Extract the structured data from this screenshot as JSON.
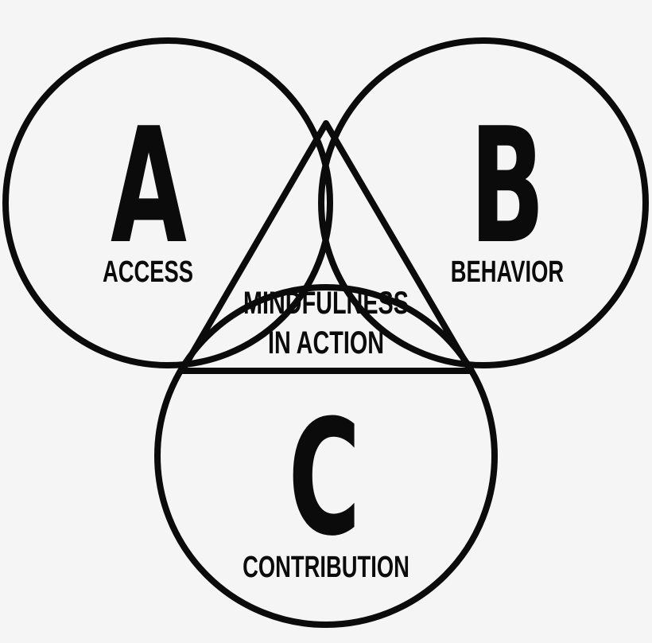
{
  "diagram": {
    "circle_a": {
      "letter": "A",
      "label": "ACCESS"
    },
    "circle_b": {
      "letter": "B",
      "label": "BEHAVIOR"
    },
    "circle_c": {
      "letter": "C",
      "label": "CONTRIBUTION"
    },
    "center": {
      "line1": "MINDFULNESS",
      "line2": "IN ACTION"
    },
    "colors": {
      "background": "#f5f5f5",
      "ink": "#0b0b0b"
    }
  }
}
